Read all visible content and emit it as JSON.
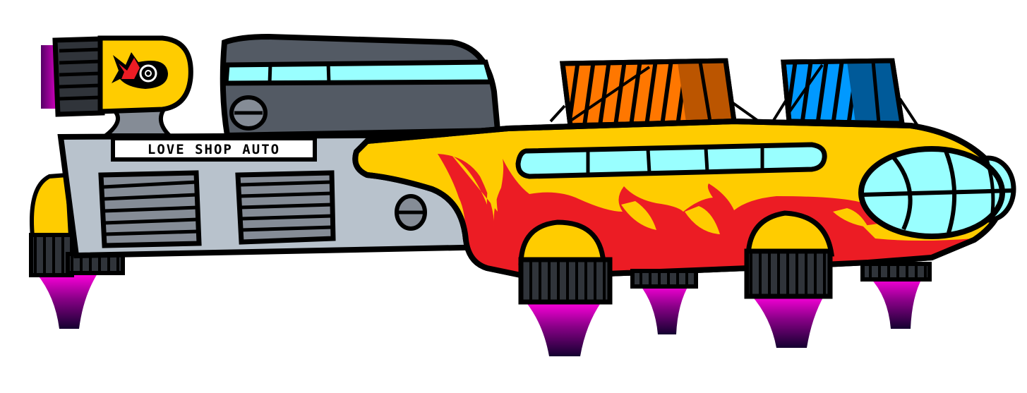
{
  "illustration": {
    "subject": "Flying hot-rod hover vehicle clip art",
    "sign": {
      "label": "LOVE SHOP AUTO"
    },
    "colors": {
      "outline": "#000000",
      "body_yellow": "#ffcc00",
      "flame_red": "#ec1c24",
      "cab_gray": "#535a64",
      "rear_gray": "#b8c2cc",
      "vent_gray": "#858c96",
      "glass_cyan": "#99ffff",
      "exhaust_dark": "#30343a",
      "thrust_top": "#ff00dd",
      "thrust_bottom": "#1a0033",
      "crate_orange": "#ff7700",
      "crate_orange_dark": "#bb5500",
      "crate_blue": "#0099ff",
      "crate_blue_dark": "#005a99"
    },
    "parts": [
      "jet-engine-pod",
      "flame-eye-emblem",
      "cab",
      "rear-module",
      "love-shop-auto-sign",
      "left-vent",
      "right-vent",
      "main-body",
      "side-window-strip",
      "nose-dome",
      "orange-crate",
      "blue-crate",
      "thruster-1",
      "thruster-2",
      "thruster-3",
      "thruster-4",
      "thruster-5"
    ]
  }
}
